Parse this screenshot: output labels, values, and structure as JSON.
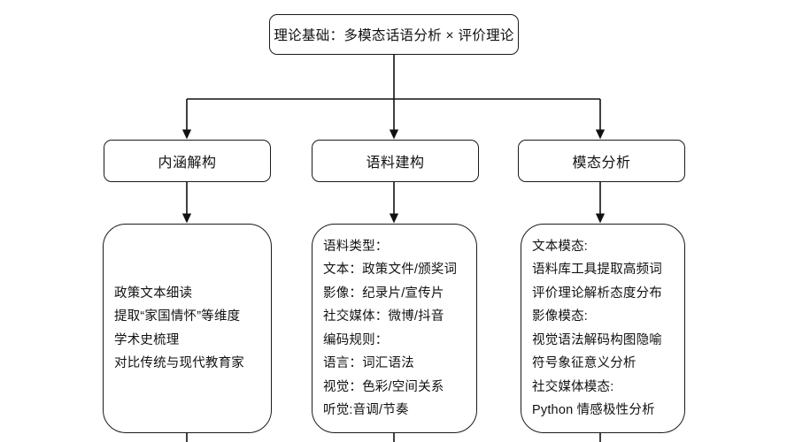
{
  "diagram": {
    "title_node": {
      "id": "theory-foundation",
      "label": "理论基础：多模态话语分析 × 评价理论"
    },
    "stages": [
      {
        "id": "connotation-deconstruction",
        "label": "内涵解构"
      },
      {
        "id": "corpus-construction",
        "label": "语料建构"
      },
      {
        "id": "modality-analysis",
        "label": "模态分析"
      }
    ],
    "details": [
      {
        "id": "connotation-detail",
        "lines": [
          "政策文本细读",
          "提取“家国情怀”等维度",
          "学术史梳理",
          "对比传统与现代教育家"
        ]
      },
      {
        "id": "corpus-detail",
        "lines": [
          "语料类型：",
          "文本：政策文件/颁奖词",
          "影像：纪录片/宣传片",
          "社交媒体：微博/抖音",
          "编码规则：",
          "语言：词汇语法",
          "视觉：色彩/空间关系",
          "听觉:音调/节奏"
        ]
      },
      {
        "id": "modality-detail",
        "lines": [
          "文本模态:",
          "语料库工具提取高频词",
          "评价理论解析态度分布",
          "影像模态:",
          "视觉语法解码构图隐喻",
          "符号象征意义分析",
          "社交媒体模态:",
          "Python 情感极性分析"
        ]
      }
    ],
    "colors": {
      "background": "#ffffff",
      "stroke": "#1a1a1a",
      "text": "#111111"
    }
  }
}
